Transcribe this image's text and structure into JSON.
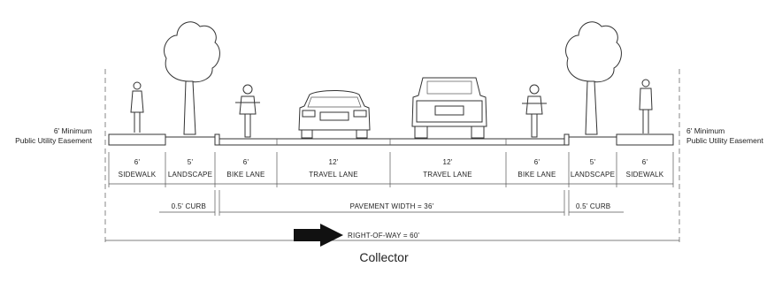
{
  "easement_left": {
    "line1": "6' Minimum",
    "line2": "Public Utility Easement"
  },
  "easement_right": {
    "line1": "6' Minimum",
    "line2": "Public Utility Easement"
  },
  "segments": [
    {
      "width": "6'",
      "name": "SIDEWALK"
    },
    {
      "width": "5'",
      "name": "LANDSCAPE"
    },
    {
      "width": "6'",
      "name": "BIKE LANE"
    },
    {
      "width": "12'",
      "name": "TRAVEL LANE"
    },
    {
      "width": "12'",
      "name": "TRAVEL LANE"
    },
    {
      "width": "6'",
      "name": "BIKE LANE"
    },
    {
      "width": "5'",
      "name": "LANDSCAPE"
    },
    {
      "width": "6'",
      "name": "SIDEWALK"
    }
  ],
  "curb_left": "0.5' CURB",
  "curb_right": "0.5' CURB",
  "pavement_width": "PAVEMENT WIDTH = 36'",
  "right_of_way": "RIGHT-OF-WAY = 60'",
  "title": "Collector"
}
